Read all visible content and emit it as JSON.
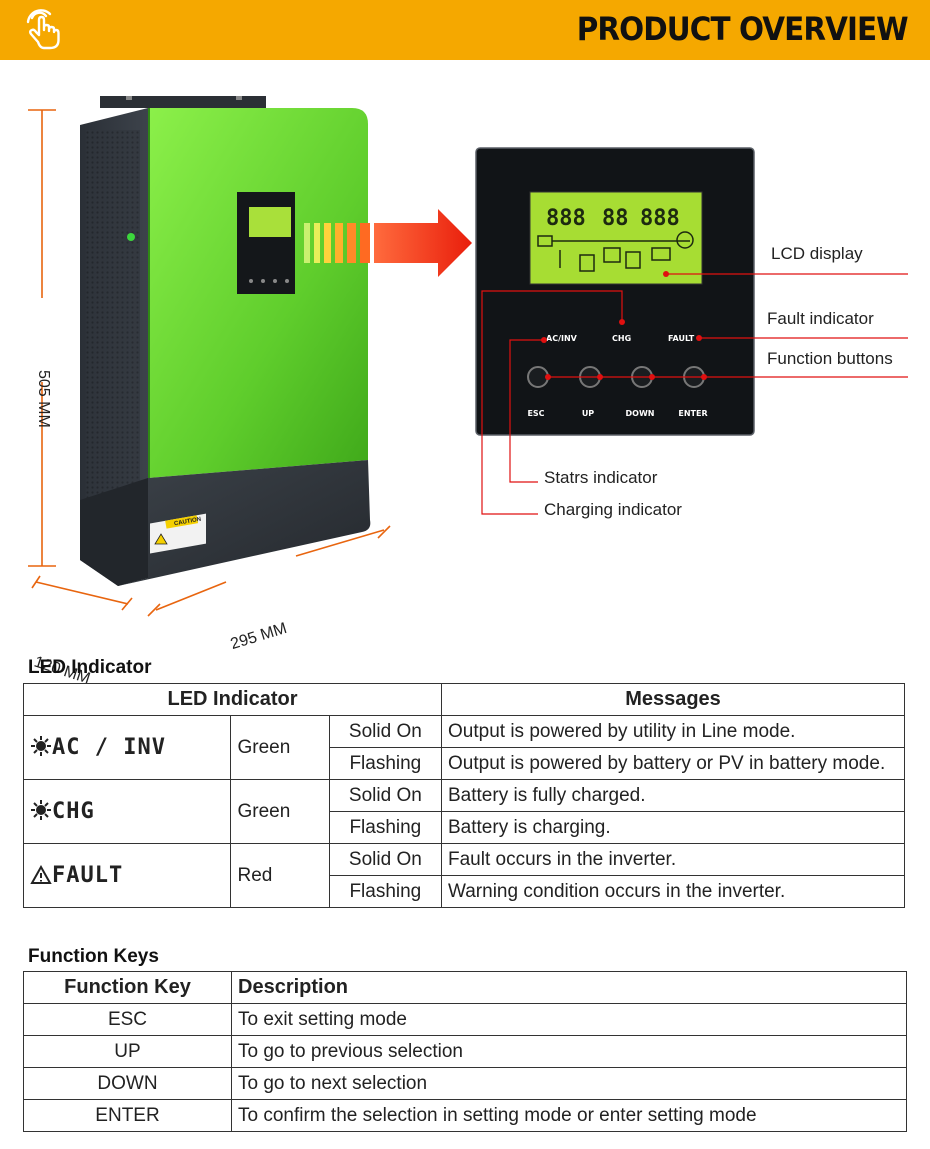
{
  "header": {
    "title": "PRODUCT OVERVIEW",
    "bg": "#f5a800"
  },
  "dims": {
    "height": "505 MM",
    "width": "295 MM",
    "depth": "120 MM"
  },
  "callouts": {
    "lcd": "LCD display",
    "fault": "Fault indicator",
    "buttons": "Function buttons",
    "status": "Statrs indicator",
    "charging": "Charging indicator"
  },
  "panel": {
    "ac_inv": "AC/INV",
    "chg": "CHG",
    "fault": "FAULT",
    "buttons": [
      "ESC",
      "UP",
      "DOWN",
      "ENTER"
    ]
  },
  "caution": "CAUTION",
  "led_section": {
    "title": "LED Indicator",
    "headers": [
      "LED Indicator",
      "Messages"
    ],
    "rows": [
      {
        "led": "AC / INV",
        "color": "Green",
        "states": [
          {
            "state": "Solid On",
            "msg": "Output is powered by utility in Line mode."
          },
          {
            "state": "Flashing",
            "msg": "Output is powered by battery or PV in battery mode."
          }
        ]
      },
      {
        "led": "CHG",
        "color": "Green",
        "states": [
          {
            "state": "Solid On",
            "msg": "Battery is fully charged."
          },
          {
            "state": "Flashing",
            "msg": "Battery is charging."
          }
        ]
      },
      {
        "led": "FAULT",
        "color": "Red",
        "states": [
          {
            "state": "Solid On",
            "msg": "Fault occurs in the inverter."
          },
          {
            "state": "Flashing",
            "msg": "Warning condition occurs in the inverter."
          }
        ]
      }
    ]
  },
  "fk_section": {
    "title": "Function Keys",
    "headers": [
      "Function Key",
      "Description"
    ],
    "rows": [
      {
        "key": "ESC",
        "desc": "To exit setting mode"
      },
      {
        "key": "UP",
        "desc": "To go to previous selection"
      },
      {
        "key": "DOWN",
        "desc": "To go to next selection"
      },
      {
        "key": "ENTER",
        "desc": "To confirm the selection in setting mode or enter setting mode"
      }
    ]
  }
}
